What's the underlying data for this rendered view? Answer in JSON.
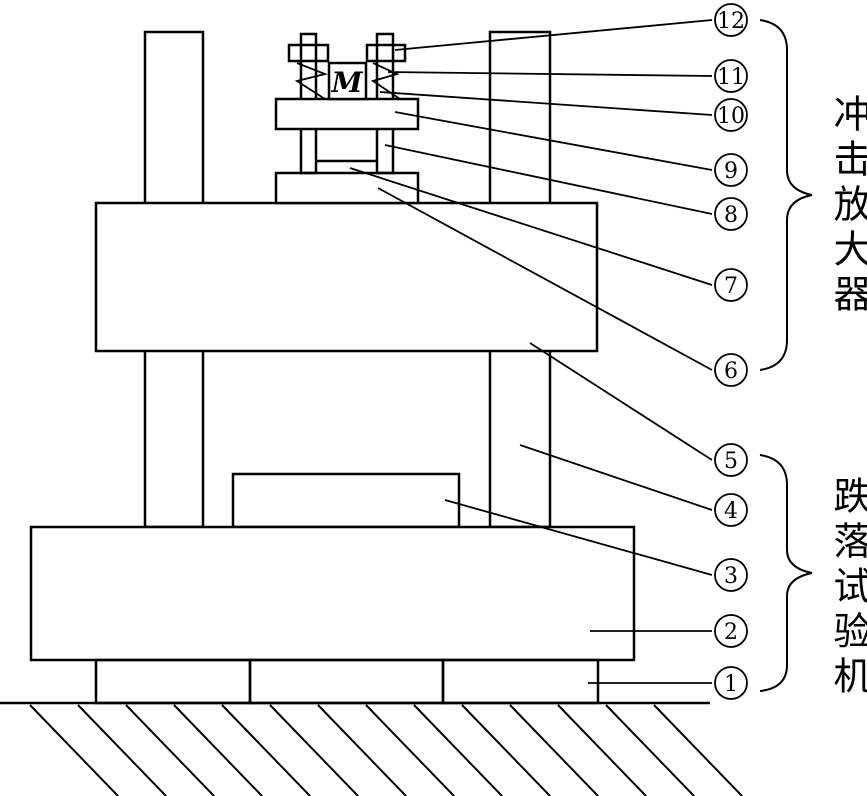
{
  "mass_label": "M",
  "callouts": [
    {
      "label": "①",
      "name": "foundation-feet"
    },
    {
      "label": "②",
      "name": "base"
    },
    {
      "label": "③",
      "name": "lower-block"
    },
    {
      "label": "④",
      "name": "guide-column"
    },
    {
      "label": "⑤",
      "name": "drop-table"
    },
    {
      "label": "⑥",
      "name": "amplifier-base-block"
    },
    {
      "label": "⑦",
      "name": "crossbar"
    },
    {
      "label": "⑧",
      "name": "guide-rod"
    },
    {
      "label": "⑨",
      "name": "upper-plate"
    },
    {
      "label": "⑩",
      "name": "spring-lower"
    },
    {
      "label": "⑪",
      "name": "spring-upper"
    },
    {
      "label": "⑫",
      "name": "nut"
    }
  ],
  "groups": [
    {
      "label": "冲击放大器",
      "name": "shock-amplifier"
    },
    {
      "label": "跌落试验机",
      "name": "drop-tester"
    }
  ],
  "colors": {
    "stroke": "#000000",
    "background": "#ffffff"
  }
}
